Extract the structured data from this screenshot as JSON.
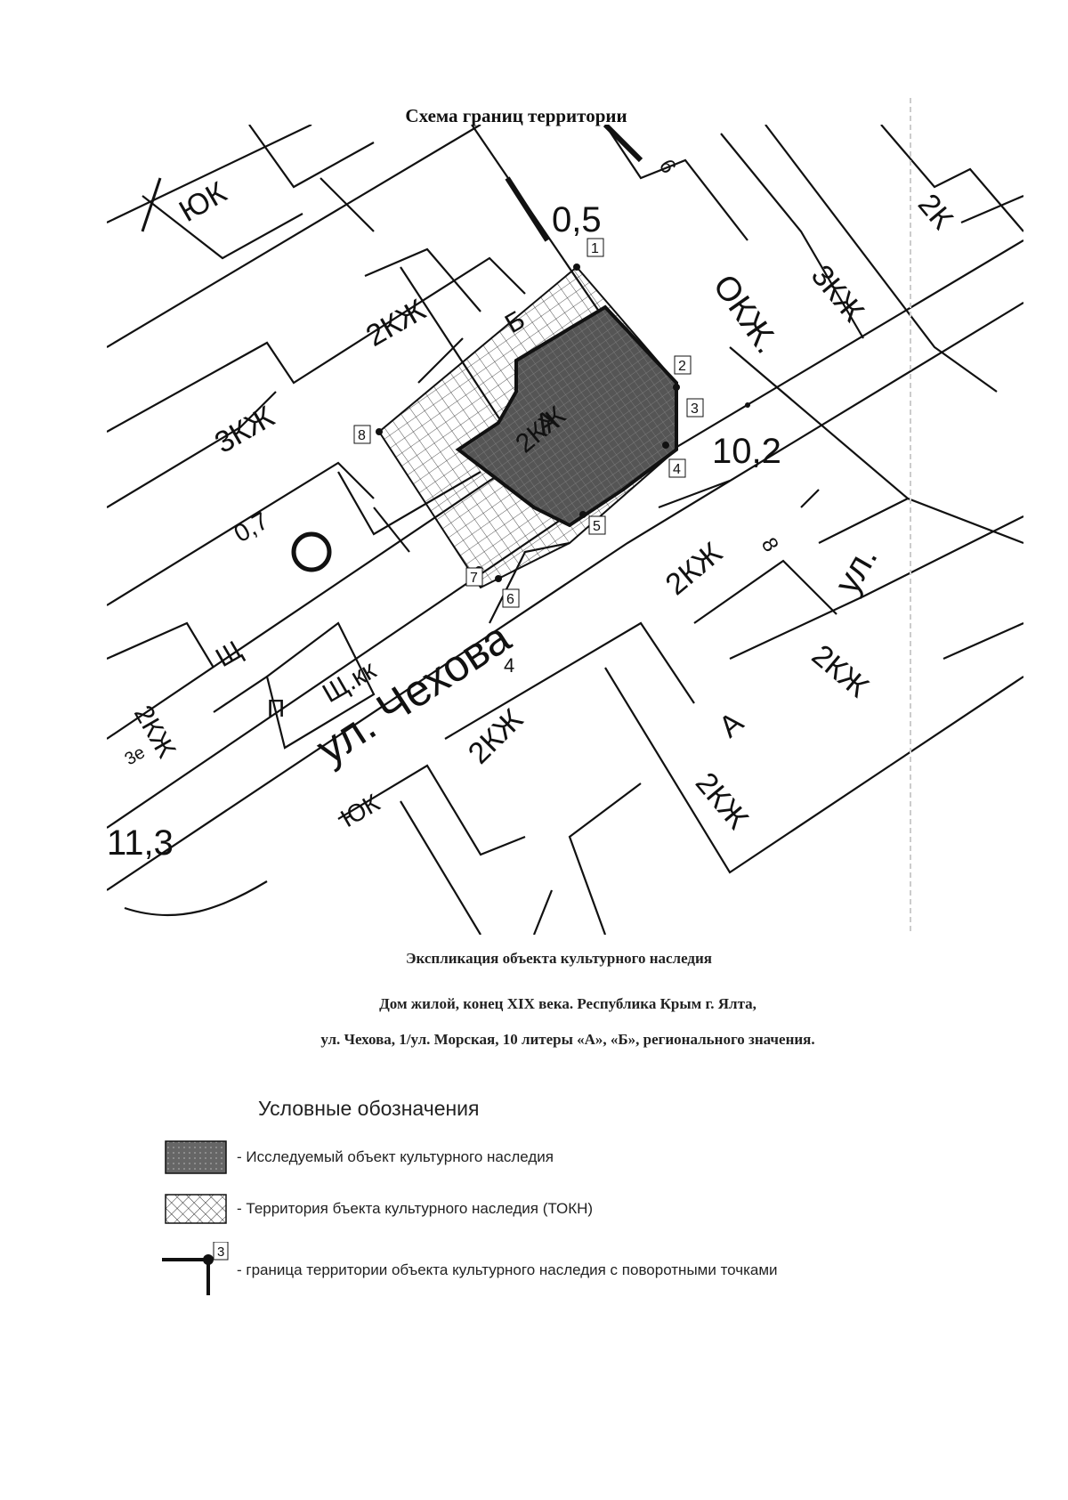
{
  "map": {
    "title": "Схема границ территории",
    "block_labels": {
      "l1": "ЮК",
      "l2": "2КЖ",
      "l3": "3КЖ",
      "l4": "2КЖ",
      "l5": "ЮК",
      "l6": "2КЖ",
      "l7": "2КЖ",
      "l8": "2КЖ",
      "l9": "2КЖ",
      "l10": "2КЖ",
      "l11": "3КЖ",
      "l12": "2К"
    },
    "street_labels": {
      "chekhov": "ул. Чехова",
      "ul": "ул.",
      "okhl": "ОКЖ."
    },
    "lot_numbers": {
      "n05": "0,5",
      "n102": "10,2",
      "n113": "11,3",
      "n6": "6",
      "n8": "8",
      "n07": "0,7",
      "n3e": "3е",
      "n4": "4"
    },
    "letters": {
      "a1": "А",
      "b1": "Б",
      "a2": "А",
      "sch1": "Щ",
      "sch2": "Щ.кк",
      "p": "П"
    },
    "points": [
      "1",
      "2",
      "3",
      "4",
      "5",
      "6",
      "7",
      "8"
    ]
  },
  "explication": {
    "heading": "Экспликация объекта культурного наследия",
    "line1": "Дом жилой,  конец XIX века.  Республика Крым г. Ялта,",
    "line2": "ул. Чехова, 1/ул. Морская, 10  литеры «А», «Б»,  регионального значения."
  },
  "legend": {
    "title": "Условные обозначения",
    "items": [
      {
        "label": "- Исследуемый объект культурного наследия"
      },
      {
        "label": "- Территория бъекта культурного наследия (ТОКН)"
      },
      {
        "label": "- граница территории объекта культурного наследия с поворотными точками",
        "marker": "3"
      }
    ]
  },
  "colors": {
    "object_fill": "#555555",
    "line": "#111111"
  }
}
